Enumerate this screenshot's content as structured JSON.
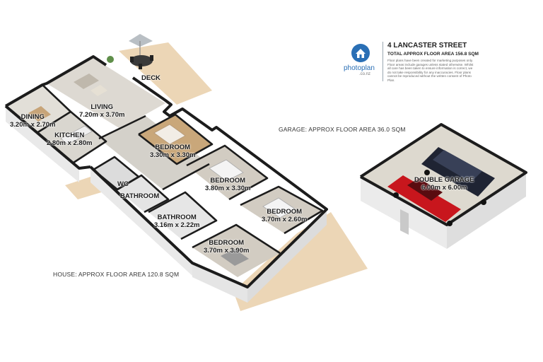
{
  "header": {
    "address": "4 LANCASTER STREET",
    "total_area": "TOTAL APPROX FLOOR AREA 156.8 SQM",
    "disclaimer": "Floor plans have been created for marketing purposes only. Floor areas include garages unless stated otherwise. Whilst all care has been taken to ensure information is correct, we do not take responsibility for any inaccuracies. Floor plans cannot be reproduced without the written consent of Photo Plan.",
    "logo_text": "photoplan",
    "logo_sub": ".co.nz"
  },
  "notes": {
    "house_area": "HOUSE: APPROX FLOOR AREA 120.8 SQM",
    "garage_area": "GARAGE: APPROX FLOOR AREA 36.0 SQM"
  },
  "rooms": {
    "deck": "DECK",
    "living": "LIVING",
    "living_dims": "7.20m x 3.70m",
    "dining": "DINING",
    "dining_dims": "3.20m x 2.70m",
    "kitchen": "KITCHEN",
    "kitchen_dims": "2.80m x 2.80m",
    "bedroom1": "BEDROOM",
    "bedroom1_dims": "3.30m x 3.30m",
    "bedroom2": "BEDROOM",
    "bedroom2_dims": "3.80m x 3.30m",
    "wc": "WC",
    "bathroom1": "BATHROOM",
    "bathroom2": "BATHROOM",
    "bathroom2_dims": "3.16m x 2.22m",
    "bedroom3": "BEDROOM",
    "bedroom3_dims": "3.70m x 2.60m",
    "bedroom4": "BEDROOM",
    "bedroom4_dims": "3.70m x 3.90m",
    "garage": "DOUBLE GARAGE",
    "garage_dims": "6.00m x 6.00m"
  },
  "colors": {
    "wall_top": "#1c1c1c",
    "wall_face": "#e9e9e9",
    "floor": "#d8d5cf",
    "timber_floor": "#c9a77a",
    "outdoor": "#ecd6b6",
    "accent": "#2a6fb5"
  }
}
